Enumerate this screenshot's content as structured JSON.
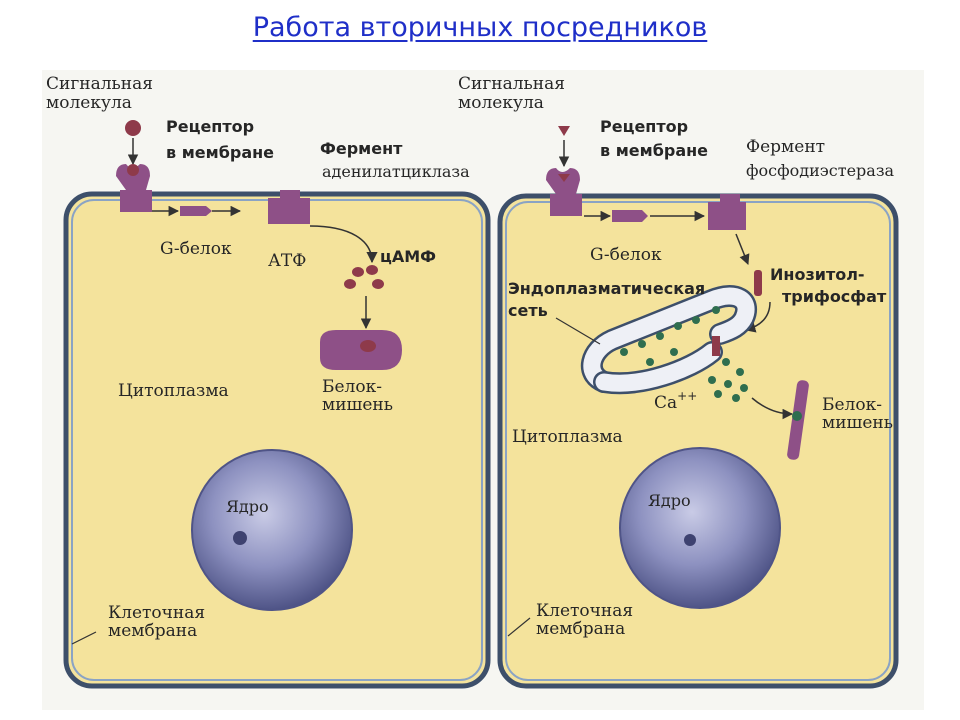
{
  "title": "Работа вторичных посредников",
  "colors": {
    "cytoplasm": "#f4e39c",
    "membrane": "#3d4f6a",
    "protein": "#8e5087",
    "nucleus": "#7a7fb0",
    "title": "#1f2fc8"
  },
  "left_cell": {
    "signal_molecule": [
      "Сигнальная",
      "молекула"
    ],
    "receptor": [
      "Рецептор",
      "в мембране"
    ],
    "enzyme": [
      "Фермент",
      "аденилатциклаза"
    ],
    "g_protein": "G-белок",
    "atp": "АТФ",
    "camp": "цАМФ",
    "target": [
      "Белок-",
      "мишень"
    ],
    "cytoplasm": "Цитоплазма",
    "nucleus": "Ядро",
    "cell_membrane": [
      "Клеточная",
      "мембрана"
    ]
  },
  "right_cell": {
    "signal_molecule": [
      "Сигнальная",
      "молекула"
    ],
    "receptor": [
      "Рецептор",
      "в мембране"
    ],
    "enzyme": [
      "Фермент",
      "фосфодиэстераза"
    ],
    "g_protein": "G-белок",
    "ip3": [
      "Инозитол-",
      "трифосфат"
    ],
    "er": [
      "Эндоплазматическая",
      "сеть"
    ],
    "calcium": "Са",
    "calcium_charge": "++",
    "target": [
      "Белок-",
      "мишень"
    ],
    "cytoplasm": "Цитоплазма",
    "nucleus": "Ядро",
    "cell_membrane": [
      "Клеточная",
      "мембрана"
    ]
  }
}
